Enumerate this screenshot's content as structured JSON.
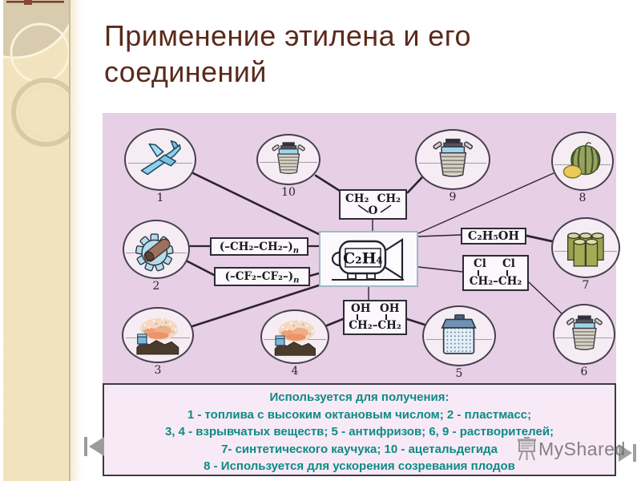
{
  "title": {
    "line1": "Применение этилена и его",
    "line2": "соединений"
  },
  "diagram": {
    "central": {
      "formula": "C₂H₄"
    },
    "formula_boxes": {
      "ethylene_oxide": {
        "left": "CH₂",
        "right": "CH₂",
        "bottom": "O"
      },
      "polyethylene": {
        "body": "(–CH₂–CH₂–)",
        "sub": "n"
      },
      "ptfe": {
        "body": "(–CF₂–CF₂–)",
        "sub": "n"
      },
      "ethanol": {
        "formula": "C₂H₅OH"
      },
      "dichloroethane": {
        "left": "Cl",
        "right": "Cl",
        "bottom": "CH₂–CH₂"
      },
      "glycol": {
        "left": "OH",
        "right": "OH",
        "bottom": "CH₂–CH₂"
      }
    },
    "circles": [
      {
        "number": "1",
        "icon": "airplane-icon"
      },
      {
        "number": "2",
        "icon": "gear-icon"
      },
      {
        "number": "3",
        "icon": "explosion-icon"
      },
      {
        "number": "4",
        "icon": "explosion-icon"
      },
      {
        "number": "5",
        "icon": "canister-icon"
      },
      {
        "number": "6",
        "icon": "milk-can-icon"
      },
      {
        "number": "7",
        "icon": "cylinders-icon"
      },
      {
        "number": "8",
        "icon": "watermelon-icon"
      },
      {
        "number": "9",
        "icon": "milk-can-icon"
      },
      {
        "number": "10",
        "icon": "milk-can-icon"
      }
    ]
  },
  "legend": {
    "lines": [
      "Используется для получения:",
      "1 - топлива с высоким октановым числом;  2 - пластмасс;",
      "3, 4 - взрывчатых веществ; 5 - антифризов; 6, 9 - растворителей;",
      "7- синтетического каучука; 10 - ацетальдегида",
      "8 - Используется для ускорения созревания плодов"
    ]
  },
  "watermark": {
    "text": "MyShared",
    "icon": "easel-icon"
  },
  "nav": {
    "prev_icon": "prev-slide-icon",
    "next_icon": "next-slide-icon"
  },
  "colors": {
    "title_text": "#5a2a1b",
    "legend_text": "#0d8b84",
    "diagram_bg": "#e7cfe6",
    "legend_bg": "#f8e9f6",
    "sidebar_bg": "#f3e4c0",
    "connector_line": "#2a2430"
  }
}
